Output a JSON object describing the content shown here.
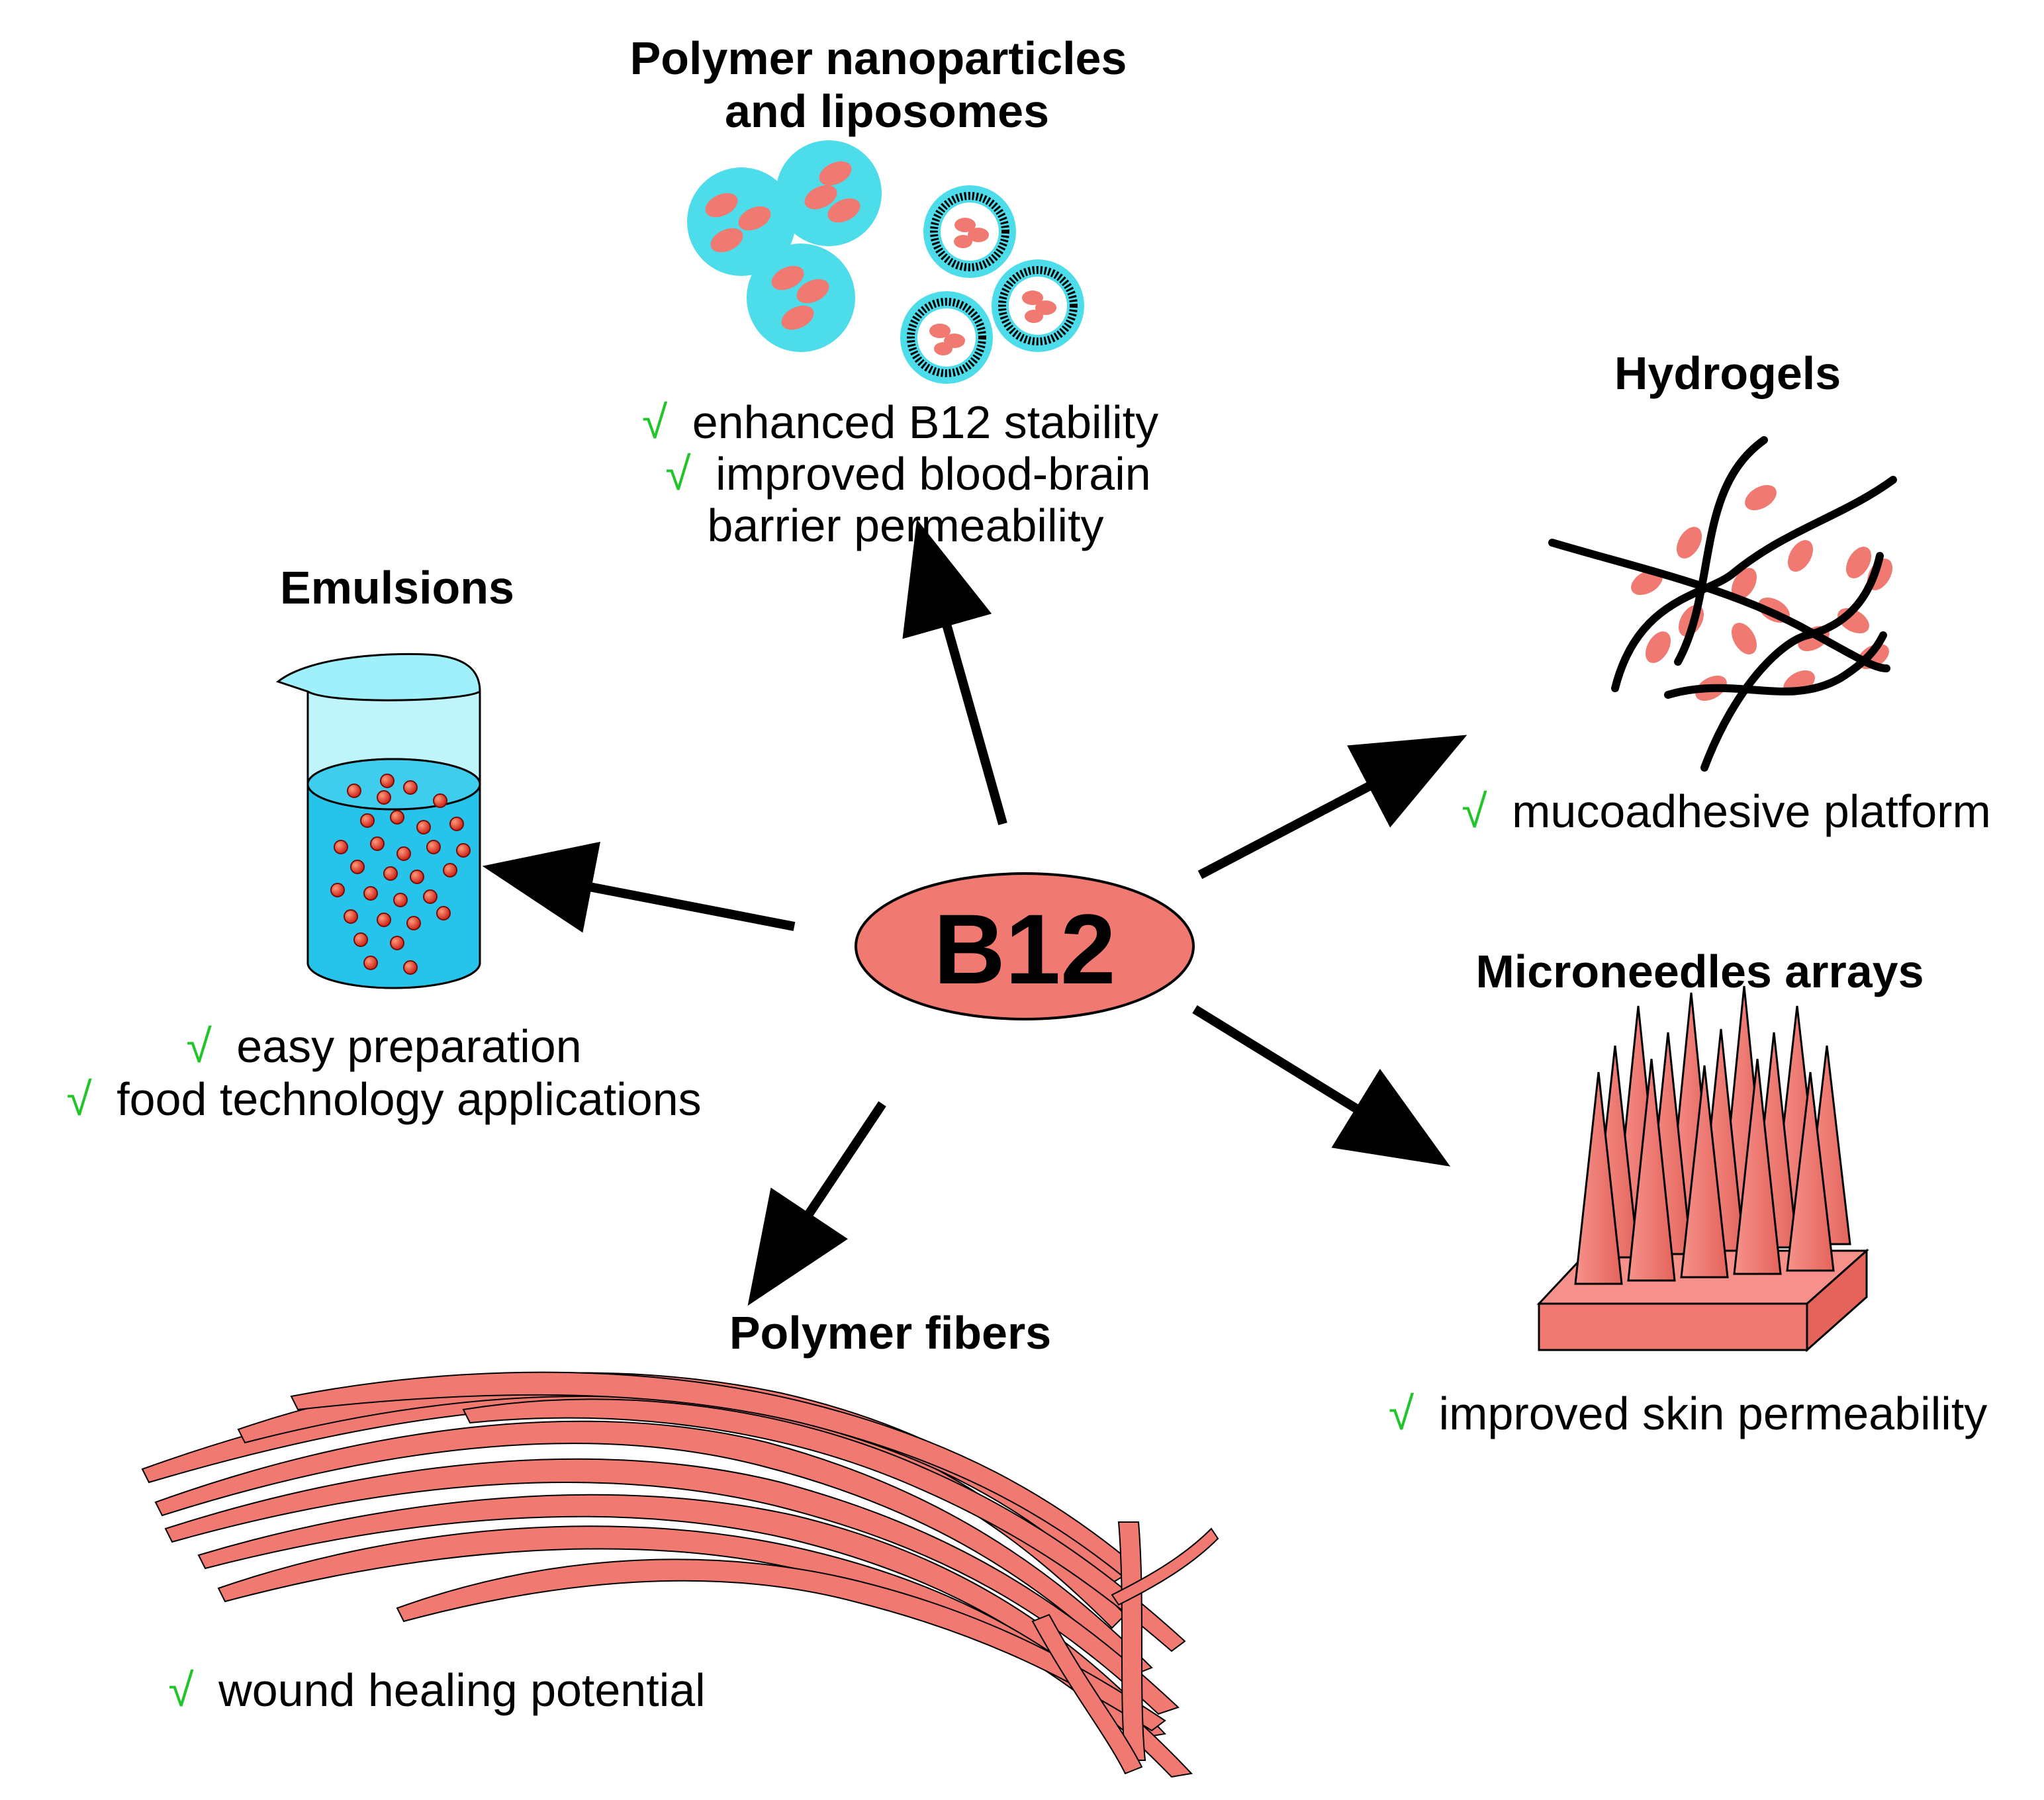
{
  "center": {
    "label": "B12"
  },
  "check_symbol": "√",
  "colors": {
    "salmon": "#f07a72",
    "salmon_dark": "#e4645c",
    "cyan": "#4ddcea",
    "beaker_glass": "#bff4fb",
    "beaker_liquid": "#26c3ea",
    "droplet": "#e2291f",
    "arrow": "#000000",
    "check": "#21c42b"
  },
  "categories": {
    "nanoparticles": {
      "title_line1": "Polymer nanoparticles",
      "title_line2": "and liposomes",
      "benefit1": "enhanced B12 stability",
      "benefit2": "improved blood-brain",
      "benefit3": "barrier permeability"
    },
    "hydrogels": {
      "title": "Hydrogels",
      "benefit1": "mucoadhesive platform"
    },
    "emulsions": {
      "title": "Emulsions",
      "benefit1": "easy preparation",
      "benefit2": "food technology applications"
    },
    "microneedles": {
      "title": "Microneedles arrays",
      "benefit1": "improved skin permeability"
    },
    "fibers": {
      "title": "Polymer fibers",
      "benefit1": "wound healing potential"
    }
  }
}
